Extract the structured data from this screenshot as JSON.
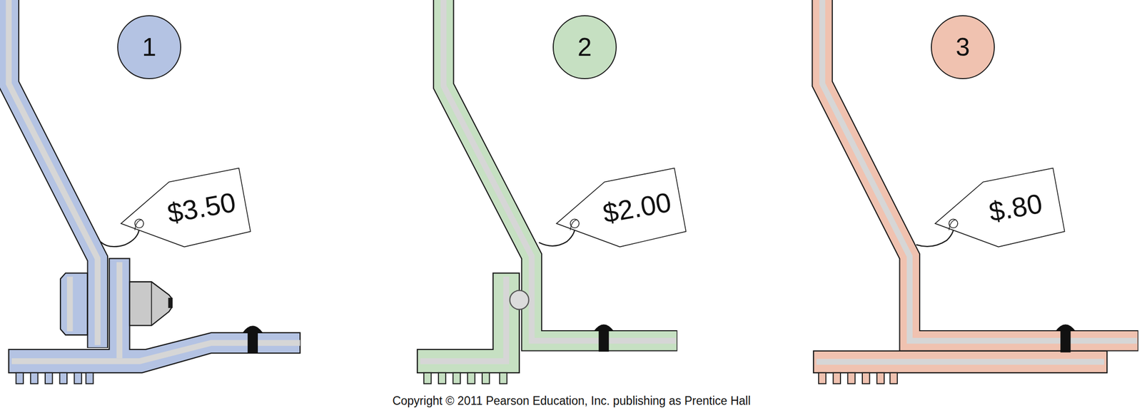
{
  "diagram": {
    "nodes": [
      {
        "text": [
          "1"
        ]
      },
      {
        "text": [
          "$3.50"
        ]
      },
      {
        "text": [
          "2"
        ]
      },
      {
        "text": [
          "$2.00"
        ]
      },
      {
        "text": [
          "3"
        ]
      },
      {
        "text": [
          "$.80"
        ]
      }
    ],
    "labels": [
      "Copyright © 2011 Pearson Education, Inc. publishing as Prentice Hall"
    ]
  }
}
